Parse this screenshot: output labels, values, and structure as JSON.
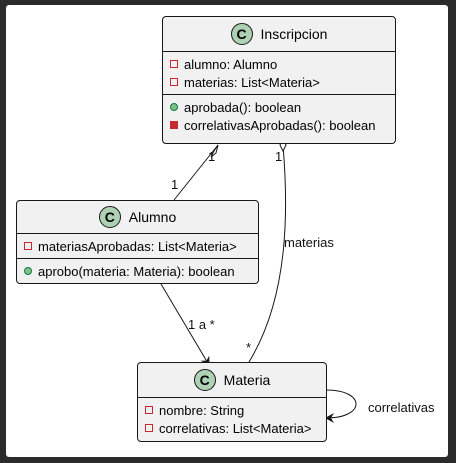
{
  "classes": {
    "inscripcion": {
      "stereotype": "C",
      "name": "Inscripcion",
      "attributes": [
        {
          "visibility": "private",
          "text": "alumno: Alumno"
        },
        {
          "visibility": "private",
          "text": "materias: List<Materia>"
        }
      ],
      "methods": [
        {
          "visibility": "public",
          "text": "aprobada(): boolean"
        },
        {
          "visibility": "private",
          "text": "correlativasAprobadas(): boolean"
        }
      ]
    },
    "alumno": {
      "stereotype": "C",
      "name": "Alumno",
      "attributes": [
        {
          "visibility": "private",
          "text": "materiasAprobadas: List<Materia>"
        }
      ],
      "methods": [
        {
          "visibility": "public",
          "text": "aprobo(materia: Materia): boolean"
        }
      ]
    },
    "materia": {
      "stereotype": "C",
      "name": "Materia",
      "attributes": [
        {
          "visibility": "private",
          "text": "nombre: String"
        },
        {
          "visibility": "private",
          "text": "correlativas: List<Materia>"
        }
      ],
      "methods": []
    }
  },
  "relations": {
    "inscripcion_alumno": {
      "from": "Inscripcion",
      "to": "Alumno",
      "kind": "aggregation",
      "from_multiplicity": "1",
      "to_multiplicity": "1"
    },
    "alumno_materia": {
      "from": "Alumno",
      "to": "Materia",
      "kind": "association",
      "label": "1 a *"
    },
    "inscripcion_materia": {
      "from": "Inscripcion",
      "to": "Materia",
      "kind": "aggregation",
      "from_multiplicity": "1",
      "label": "materias",
      "to_multiplicity": "*"
    },
    "materia_self": {
      "from": "Materia",
      "to": "Materia",
      "kind": "association",
      "label": "correlativas"
    }
  },
  "colors": {
    "background": "#2b2b2b",
    "canvas": "#ffffff",
    "class_fill": "#f1f1f1",
    "class_icon": "#add1b2",
    "private_marker": "#c82930",
    "public_marker": "#84be84"
  }
}
